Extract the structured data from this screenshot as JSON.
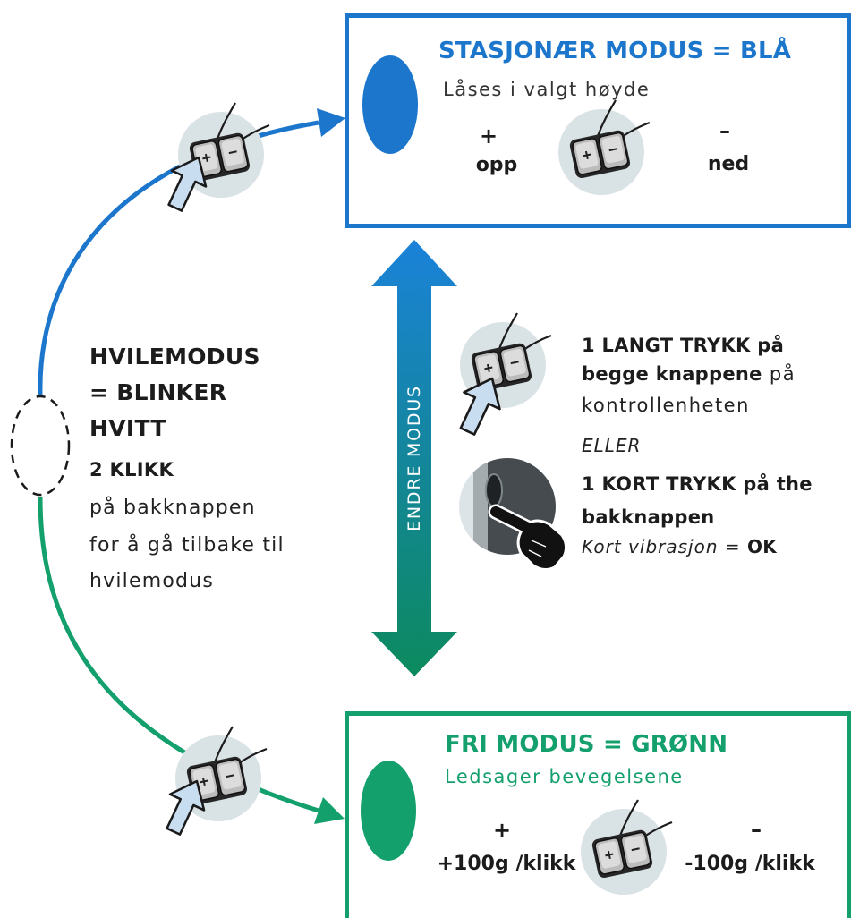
{
  "colors": {
    "stationary_blue": "#1b76cc",
    "free_green": "#13a06c",
    "arrow_top": "#1b82d9",
    "arrow_bottom": "#0c8a5e"
  },
  "stationary_mode": {
    "title": "STASJONÆR MODUS = BLÅ",
    "subtitle": "Låses i valgt høyde",
    "plus_symbol": "+",
    "plus_label": "opp",
    "minus_symbol": "–",
    "minus_label": "ned"
  },
  "rest_mode": {
    "title_lines": [
      "HVILEMODUS",
      "= BLINKER",
      "HVITT"
    ],
    "clicks": "2 KLIKK",
    "description_lines": [
      "på bakknappen",
      "for å gå tilbake til",
      "hvilemodus"
    ]
  },
  "change_mode": {
    "arrow_label": "ENDRE MODUS",
    "long_press": {
      "line1": "1 LANGT TRYKK på",
      "line2_bold": "begge knappene",
      "line2_rest": " på",
      "line3": "kontrollenheten"
    },
    "separator": "ELLER",
    "short_press": {
      "line1": "1 KORT TRYKK på the",
      "line2": "bakknappen",
      "feedback": "Kort vibrasjon = ",
      "feedback_bold": "OK"
    }
  },
  "free_mode": {
    "title": "FRI MODUS = GRØNN",
    "subtitle": "Ledsager bevegelsene",
    "plus_symbol": "+",
    "plus_label": "+100g /klikk",
    "minus_symbol": "–",
    "minus_label": "-100g /klikk"
  },
  "icons": {
    "controller": "controller-icon",
    "pointer": "pointer-arrow-icon",
    "hand_press": "hand-press-icon",
    "mode_light": "status-light-icon"
  }
}
